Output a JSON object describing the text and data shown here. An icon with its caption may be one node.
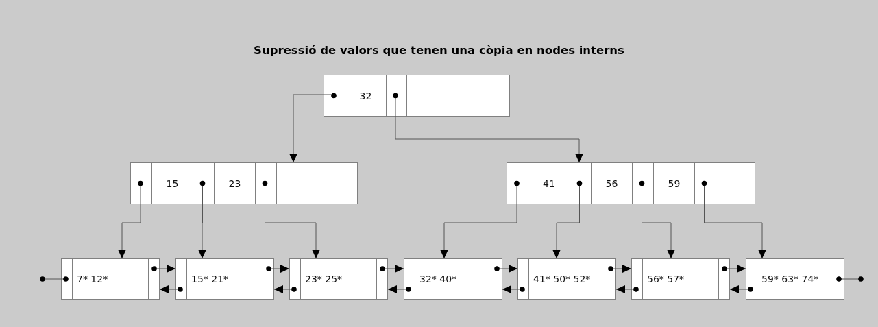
{
  "diagram": {
    "title": "Supressió de valors que tenen una còpia en nodes interns",
    "nodes": [
      {
        "text": [
          "32"
        ]
      },
      {
        "text": [
          "15",
          "23"
        ]
      },
      {
        "text": [
          "41",
          "56",
          "59"
        ]
      },
      {
        "text": [
          "7* 12*"
        ]
      },
      {
        "text": [
          "15* 21*"
        ]
      },
      {
        "text": [
          "23* 25*"
        ]
      },
      {
        "text": [
          "32* 40*"
        ]
      },
      {
        "text": [
          "41* 50* 52*"
        ]
      },
      {
        "text": [
          "56* 57*"
        ]
      },
      {
        "text": [
          "59* 63* 74*"
        ]
      }
    ],
    "edges": [
      {
        "from": 0,
        "to": 1,
        "arrow": "to"
      },
      {
        "from": 0,
        "to": 2,
        "arrow": "to"
      },
      {
        "from": 1,
        "to": 3,
        "arrow": "to"
      },
      {
        "from": 1,
        "to": 4,
        "arrow": "to"
      },
      {
        "from": 1,
        "to": 5,
        "arrow": "to"
      },
      {
        "from": 2,
        "to": 6,
        "arrow": "to"
      },
      {
        "from": 2,
        "to": 7,
        "arrow": "to"
      },
      {
        "from": 2,
        "to": 8,
        "arrow": "to"
      },
      {
        "from": 2,
        "to": 9,
        "arrow": "to"
      },
      {
        "from": null,
        "to": 3,
        "arrow": "other"
      },
      {
        "from": 3,
        "to": 4,
        "arrow": "to"
      },
      {
        "from": 4,
        "to": 3,
        "arrow": "to"
      },
      {
        "from": 4,
        "to": 5,
        "arrow": "to"
      },
      {
        "from": 5,
        "to": 4,
        "arrow": "to"
      },
      {
        "from": 5,
        "to": 6,
        "arrow": "to"
      },
      {
        "from": 6,
        "to": 5,
        "arrow": "to"
      },
      {
        "from": 6,
        "to": 7,
        "arrow": "to"
      },
      {
        "from": 7,
        "to": 6,
        "arrow": "to"
      },
      {
        "from": 7,
        "to": 8,
        "arrow": "to"
      },
      {
        "from": 8,
        "to": 7,
        "arrow": "to"
      },
      {
        "from": 8,
        "to": 9,
        "arrow": "to"
      },
      {
        "from": 9,
        "to": 8,
        "arrow": "to"
      },
      {
        "from": 9,
        "to": null,
        "arrow": "other"
      }
    ]
  }
}
